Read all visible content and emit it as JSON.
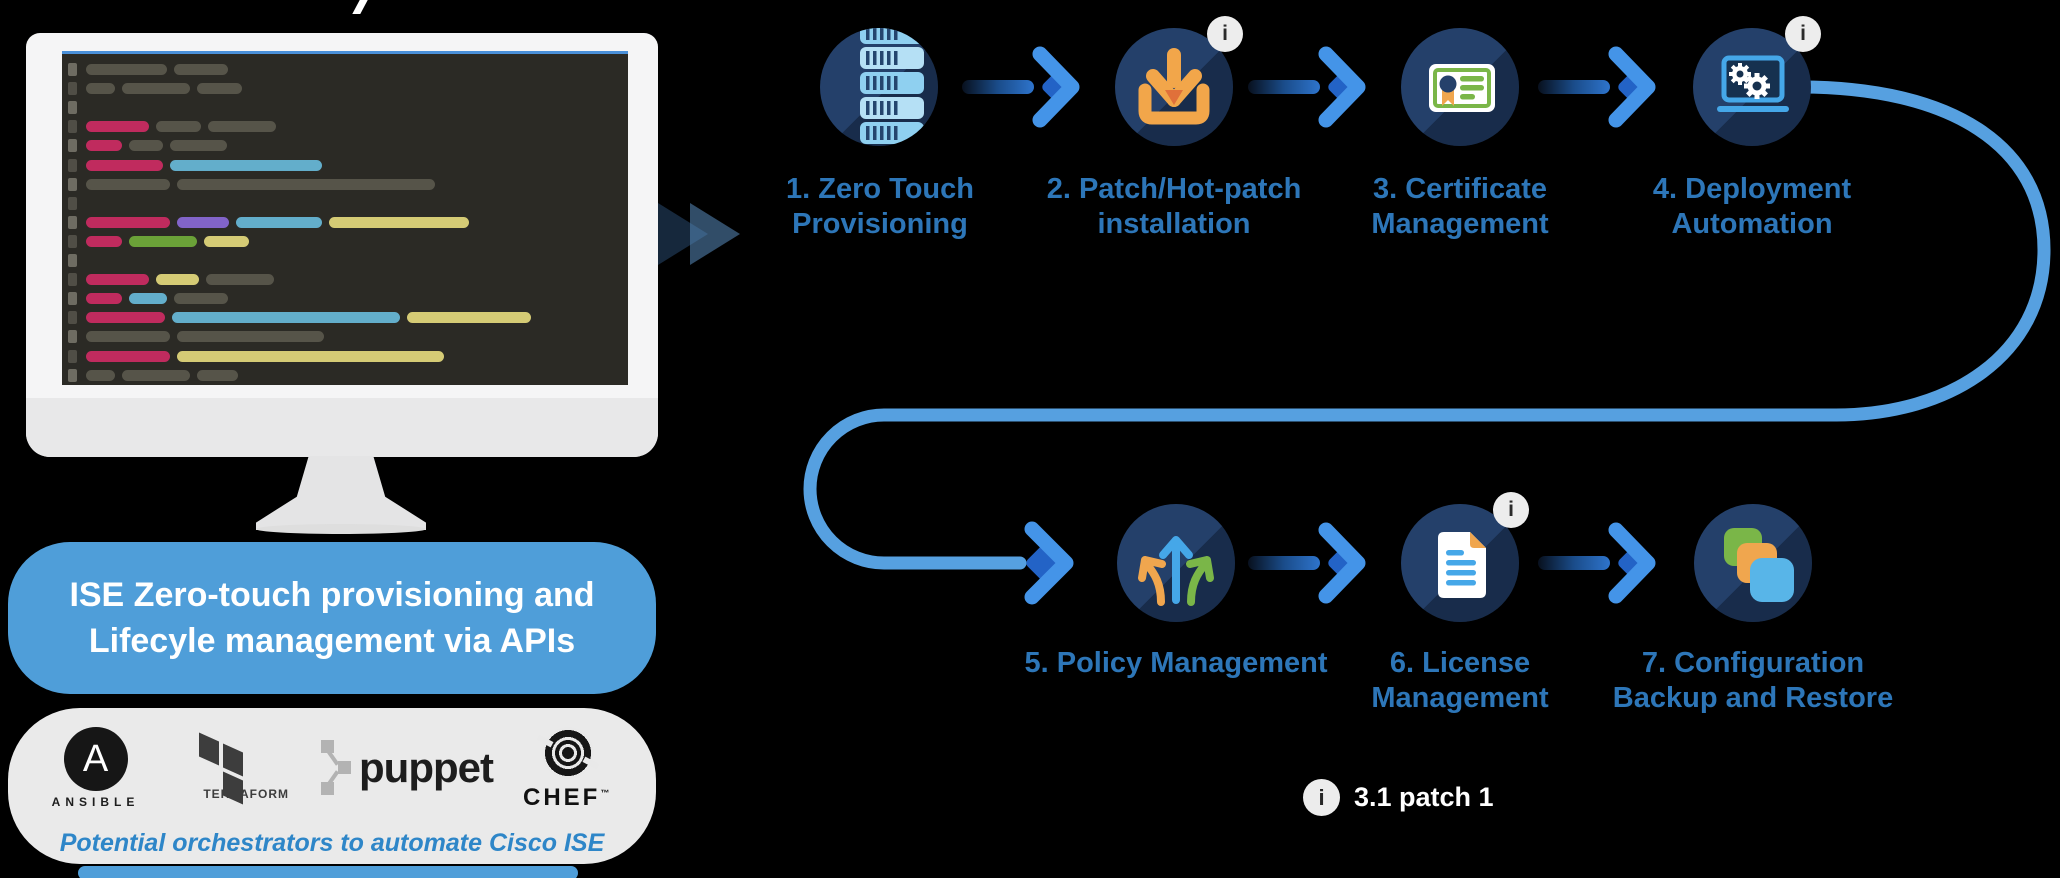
{
  "artifact": {
    "clipped_title_fragment": "/"
  },
  "headline_bubble": {
    "line1": "ISE Zero-touch provisioning and",
    "line2": "Lifecyle management via APIs"
  },
  "orchestrators": {
    "caption": "Potential orchestrators to automate Cisco ISE",
    "logos": [
      {
        "id": "ansible",
        "glyph": "A",
        "label": "ANSIBLE"
      },
      {
        "id": "terraform",
        "label": "TERRAFORM"
      },
      {
        "id": "puppet",
        "label": "puppet"
      },
      {
        "id": "chef",
        "label": "CHEF",
        "trademark": "™"
      }
    ]
  },
  "flow": {
    "info_badge_glyph": "i",
    "steps": [
      {
        "label_line1": "1. Zero Touch",
        "label_line2": "Provisioning",
        "icon": "server-rack-icon",
        "info_badge": false
      },
      {
        "label_line1": "2. Patch/Hot-patch",
        "label_line2": "installation",
        "icon": "download-icon",
        "info_badge": true
      },
      {
        "label_line1": "3. Certificate",
        "label_line2": "Management",
        "icon": "certificate-icon",
        "info_badge": false
      },
      {
        "label_line1": "4. Deployment",
        "label_line2": "Automation",
        "icon": "laptop-gears-icon",
        "info_badge": true
      },
      {
        "label_line1": "5. Policy Management",
        "label_line2": "",
        "icon": "policy-arrows-icon",
        "info_badge": false
      },
      {
        "label_line1": "6. License",
        "label_line2": "Management",
        "icon": "license-document-icon",
        "info_badge": true
      },
      {
        "label_line1": "7. Configuration",
        "label_line2": "Backup and Restore",
        "icon": "stacked-squares-icon",
        "info_badge": false
      }
    ]
  },
  "legend": {
    "badge_glyph": "i",
    "text": "3.1 patch 1"
  },
  "monitor": {
    "gutter_rows": 18,
    "code_lines": [
      [
        [
          "g",
          81
        ],
        [
          "g",
          54
        ]
      ],
      [
        [
          "g",
          29
        ],
        [
          "g",
          68
        ],
        [
          "g",
          45
        ]
      ],
      [],
      [
        [
          "r",
          63
        ],
        [
          "g",
          45
        ],
        [
          "g",
          68
        ]
      ],
      [
        [
          "r",
          36
        ],
        [
          "g",
          34
        ],
        [
          "g",
          57
        ]
      ],
      [
        [
          "r",
          77
        ],
        [
          "b",
          152
        ]
      ],
      [
        [
          "g",
          84
        ],
        [
          "g",
          258
        ]
      ],
      [],
      [
        [
          "r",
          84
        ],
        [
          "p",
          52
        ],
        [
          "b",
          86
        ],
        [
          "y",
          140
        ]
      ],
      [
        [
          "r",
          36
        ],
        [
          "gr",
          68
        ],
        [
          "y",
          45
        ]
      ],
      [],
      [
        [
          "r",
          63
        ],
        [
          "y",
          43
        ],
        [
          "g",
          68
        ]
      ],
      [
        [
          "r",
          36
        ],
        [
          "b",
          38
        ],
        [
          "g",
          54
        ]
      ],
      [
        [
          "r",
          79
        ],
        [
          "b",
          228
        ],
        [
          "y",
          124
        ]
      ],
      [
        [
          "g",
          84
        ],
        [
          "g",
          147
        ]
      ],
      [
        [
          "r",
          84
        ],
        [
          "y",
          267
        ]
      ],
      [
        [
          "g",
          29
        ],
        [
          "g",
          68
        ],
        [
          "g",
          41
        ]
      ]
    ]
  },
  "colors": {
    "code": {
      "g": "#565449",
      "r": "#c02b5e",
      "b": "#63aecb",
      "p": "#8264c9",
      "y": "#d5cb75",
      "gr": "#6ba238"
    },
    "flow_line": "#56a0e0",
    "chevron": "#4494e8",
    "diamond": "#2363c6",
    "circle": "#24406a",
    "label_text": "#2d76b8",
    "headline_bubble": "#4f9ed9",
    "caption_text": "#2e86c8"
  }
}
